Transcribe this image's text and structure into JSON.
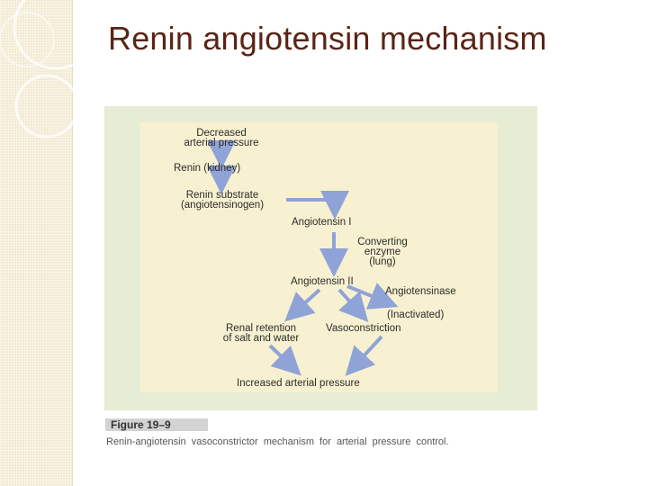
{
  "slide": {
    "title": "Renin angiotensin mechanism"
  },
  "diagram": {
    "nodes": {
      "decreased_pressure": "Decreased\narterial pressure",
      "renin": "Renin (kidney)",
      "renin_substrate": "Renin substrate\n(angiotensinogen)",
      "angiotensin_1": "Angiotensin I",
      "converting_enzyme": "Converting\nenzyme\n(lung)",
      "angiotensin_2": "Angiotensin II",
      "angiotensinase": "Angiotensinase",
      "inactivated": "(Inactivated)",
      "renal_retention": "Renal retention\nof salt and water",
      "vasoconstriction": "Vasoconstriction",
      "increased_pressure": "Increased arterial pressure"
    },
    "edges": [
      [
        "decreased_pressure",
        "renin"
      ],
      [
        "renin",
        "renin_substrate"
      ],
      [
        "renin_substrate",
        "angiotensin_1"
      ],
      [
        "angiotensin_1",
        "angiotensin_2"
      ],
      [
        "angiotensin_2",
        "inactivated"
      ],
      [
        "angiotensin_2",
        "renal_retention"
      ],
      [
        "angiotensin_2",
        "vasoconstriction"
      ],
      [
        "renal_retention",
        "increased_pressure"
      ],
      [
        "vasoconstriction",
        "increased_pressure"
      ]
    ],
    "arrow_color": "#8fa3d6"
  },
  "figure": {
    "label": "Figure 19–9",
    "caption": "Renin-angiotensin vasoconstrictor mechanism for arterial pressure control."
  }
}
